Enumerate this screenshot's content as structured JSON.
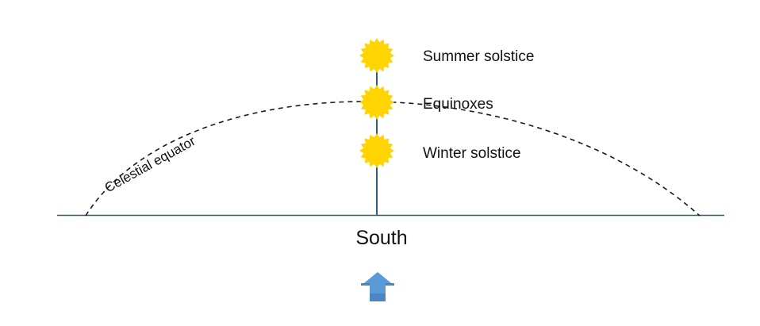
{
  "labels": {
    "summer": "Summer solstice",
    "equinoxes": "Equinoxes",
    "winter": "Winter solstice",
    "equator": "Celestial equator",
    "south": "South"
  },
  "colors": {
    "sun": "#ffd400",
    "line": "#2e5f7a",
    "arrow": "#5b9bd5",
    "arrow_shade": "#4a86c5"
  }
}
